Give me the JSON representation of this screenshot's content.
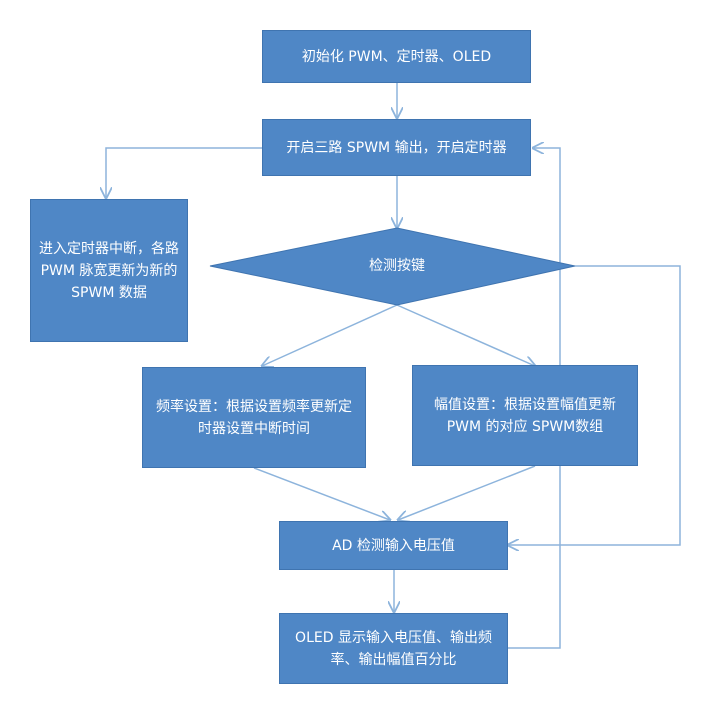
{
  "nodes": {
    "init": "初始化 PWM、定时器、OLED",
    "start": "开启三路 SPWM 输出，开启定时器",
    "interrupt": "进入定时器中断，各路 PWM 脉宽更新为新的 SPWM 数据",
    "detect": "检测按键",
    "freq": "频率设置：根据设置频率更新定时器设置中断时间",
    "amp": "幅值设置：根据设置幅值更新 PWM 的对应 SPWM数组",
    "ad": "AD 检测输入电压值",
    "oled": "OLED 显示输入电压值、输出频率、输出幅值百分比"
  },
  "colors": {
    "fill": "#4f87c6",
    "stroke": "#3f74b0",
    "line": "#8db4dc"
  }
}
